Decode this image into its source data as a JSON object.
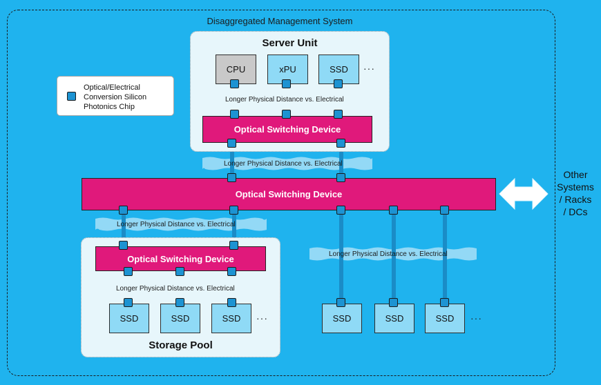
{
  "diagram": {
    "system_title": "Disaggregated Management System",
    "server_unit": {
      "title": "Server Unit",
      "components": [
        {
          "label": "CPU",
          "color": "#c9c9c9"
        },
        {
          "label": "xPU",
          "color": "#8fdaf6"
        },
        {
          "label": "SSD",
          "color": "#8fdaf6"
        }
      ],
      "ellipsis": "···",
      "distance_label": "Longer Physical Distance vs. Electrical",
      "switch_label": "Optical Switching Device"
    },
    "link_server_main_label": "Longer Physical Distance vs. Electrical",
    "main_switch_label": "Optical Switching Device",
    "link_main_storage_label": "Longer Physical Distance vs. Electrical",
    "link_main_right_label": "Longer Physical Distance vs. Electrical",
    "storage_pool": {
      "title": "Storage Pool",
      "switch_label": "Optical Switching Device",
      "distance_label": "Longer Physical Distance vs. Electrical",
      "ssds": [
        "SSD",
        "SSD",
        "SSD"
      ],
      "ellipsis": "···"
    },
    "right_ssds": [
      "SSD",
      "SSD",
      "SSD"
    ],
    "right_ellipsis": "···",
    "legend": {
      "label_line1": "Optical/Electrical",
      "label_line2": "Conversion Silicon",
      "label_line3": "Photonics Chip"
    },
    "external": {
      "line1": "Other",
      "line2": "Systems",
      "line3": "/ Racks",
      "line4": "/ DCs"
    },
    "colors": {
      "background": "#1fb3ee",
      "switch": "#e0197b",
      "chip": "#1d93d2",
      "link": "#1a8cc7",
      "component": "#8fdaf6",
      "cpu": "#c9c9c9"
    }
  }
}
